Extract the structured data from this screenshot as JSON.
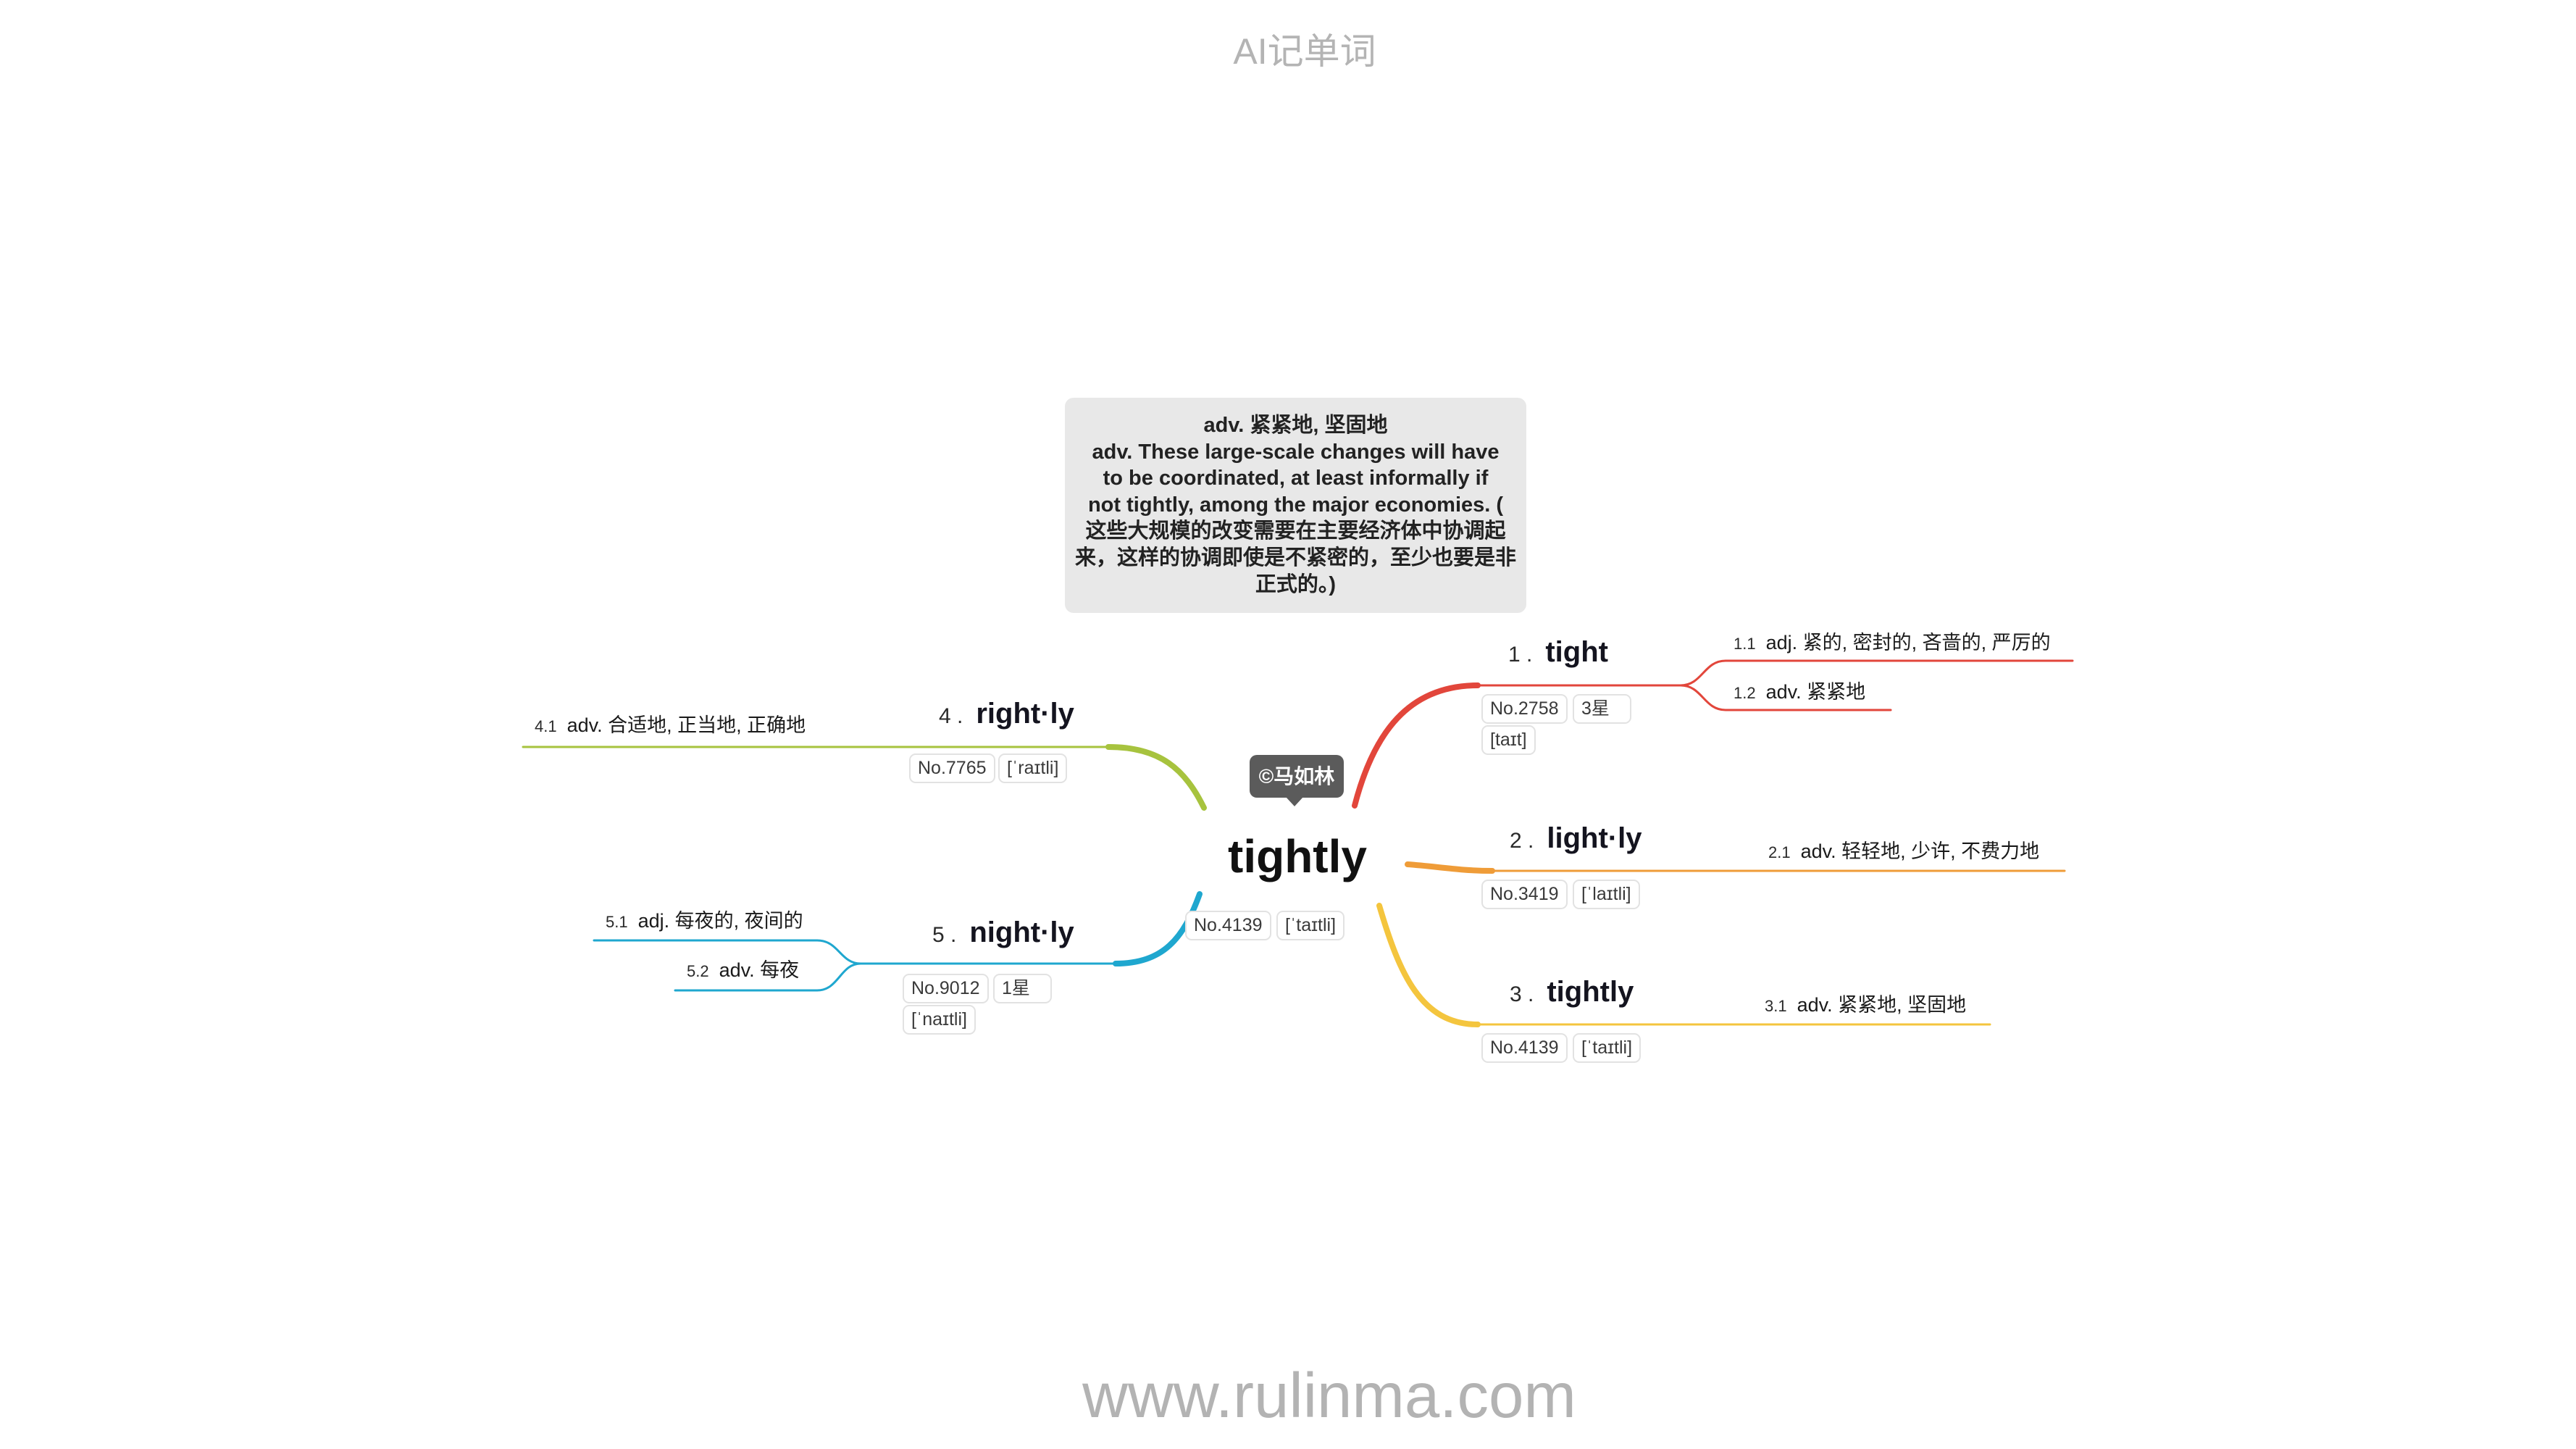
{
  "app": {
    "title": "AI记单词",
    "footer": "www.rulinma.com"
  },
  "tooltip": {
    "definition": "adv. 紧紧地, 坚固地",
    "example_lines": [
      "adv. These large-scale changes will have",
      "to be coordinated, at least informally if",
      "not tightly, among the major economies. (",
      "这些大规模的改变需要在主要经济体中协调起",
      "来，这样的协调即使是不紧密的，至少也要是非",
      "正式的。)"
    ]
  },
  "badge": {
    "label": "©马如林"
  },
  "root": {
    "word": "tightly",
    "tags": [
      "No.4139",
      "[ˈtaɪtli]"
    ]
  },
  "branches": [
    {
      "index": "1 .",
      "word": "tight",
      "color": "#e2463b",
      "tags": [
        "No.2758",
        "3星",
        "[taɪt]"
      ],
      "senses": [
        {
          "index": "1.1",
          "text": "adj. 紧的, 密封的, 吝啬的, 严厉的"
        },
        {
          "index": "1.2",
          "text": "adv. 紧紧地"
        }
      ]
    },
    {
      "index": "2 .",
      "word": "light·ly",
      "color": "#ef9c38",
      "tags": [
        "No.3419",
        "[ˈlaɪtli]"
      ],
      "senses": [
        {
          "index": "2.1",
          "text": "adv. 轻轻地, 少许, 不费力地"
        }
      ]
    },
    {
      "index": "3 .",
      "word": "tightly",
      "color": "#f4c53e",
      "tags": [
        "No.4139",
        "[ˈtaɪtli]"
      ],
      "senses": [
        {
          "index": "3.1",
          "text": "adv. 紧紧地, 坚固地"
        }
      ]
    },
    {
      "index": "4 .",
      "word": "right·ly",
      "color": "#a7c33e",
      "tags": [
        "No.7765",
        "[ˈraɪtli]"
      ],
      "senses": [
        {
          "index": "4.1",
          "text": "adv. 合适地, 正当地, 正确地"
        }
      ]
    },
    {
      "index": "5 .",
      "word": "night·ly",
      "color": "#1fa7cf",
      "tags": [
        "No.9012",
        "1星",
        "[ˈnaɪtli]"
      ],
      "senses": [
        {
          "index": "5.1",
          "text": "adj. 每夜的, 夜间的"
        },
        {
          "index": "5.2",
          "text": "adv. 每夜"
        }
      ]
    }
  ]
}
